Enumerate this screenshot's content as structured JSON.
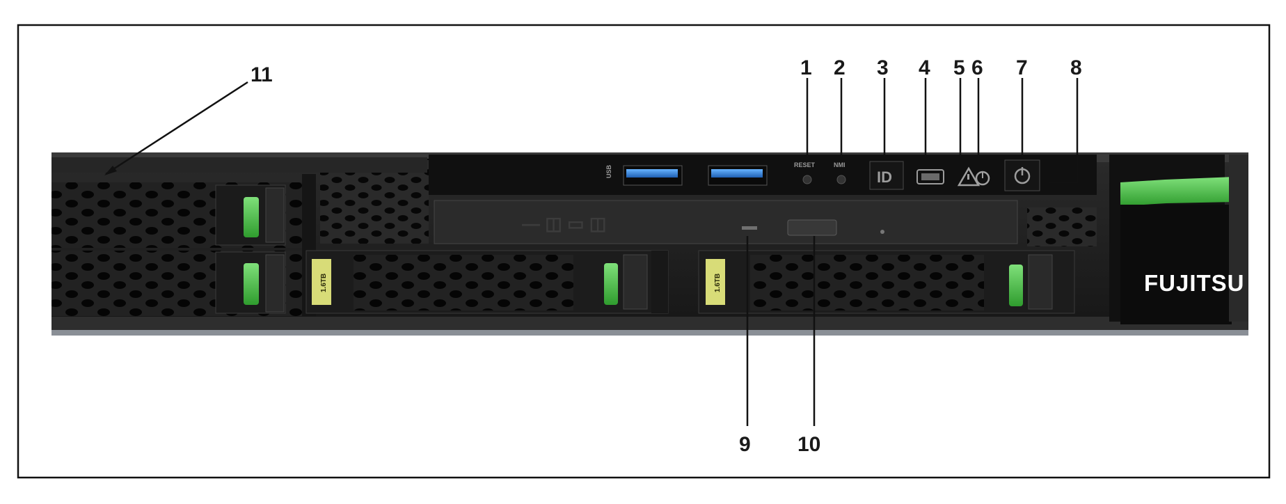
{
  "diagram": {
    "callouts": [
      {
        "id": "c1",
        "label": "1"
      },
      {
        "id": "c2",
        "label": "2"
      },
      {
        "id": "c3",
        "label": "3"
      },
      {
        "id": "c4",
        "label": "4"
      },
      {
        "id": "c5",
        "label": "5"
      },
      {
        "id": "c6",
        "label": "6"
      },
      {
        "id": "c7",
        "label": "7"
      },
      {
        "id": "c8",
        "label": "8"
      },
      {
        "id": "c9",
        "label": "9"
      },
      {
        "id": "c10",
        "label": "10"
      },
      {
        "id": "c11",
        "label": "11"
      }
    ],
    "panel": {
      "reset_label": "RESET",
      "nmi_label": "NMI",
      "id_label": "ID",
      "usb_logo": "USB"
    },
    "drive_label": "1.6TB",
    "brand": "FUJITSU"
  },
  "colors": {
    "chassis": "#1e1e1e",
    "usb_blue": "#2f7fd8",
    "latch_green": "#4cc34a",
    "brand_green": "#3fae2a",
    "drive_label_yellow": "#d8dc78"
  }
}
